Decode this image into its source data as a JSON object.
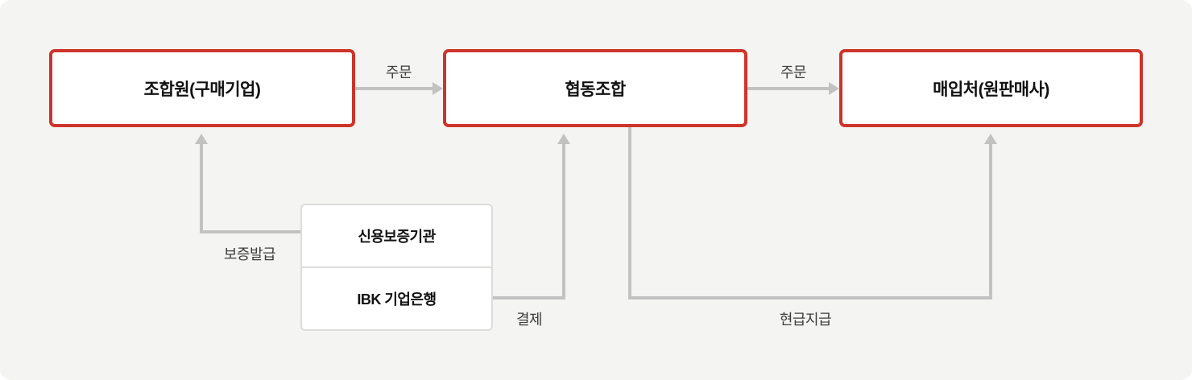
{
  "diagram": {
    "nodes": {
      "member": {
        "label": "조합원(구매기업)"
      },
      "coop": {
        "label": "협동조합"
      },
      "seller": {
        "label": "매입처(원판매사)"
      },
      "guarantor": {
        "label": "신용보증기관"
      },
      "bank": {
        "label": "IBK 기업은행"
      }
    },
    "edges": {
      "order_member_to_coop": {
        "label": "주문"
      },
      "order_coop_to_seller": {
        "label": "주문"
      },
      "guarantee_issue": {
        "label": "보증발급"
      },
      "settlement": {
        "label": "결제"
      },
      "cash_payment": {
        "label": "현급지급"
      }
    },
    "colors": {
      "accent_red": "#ce342a",
      "connector_gray": "#c2c2c2",
      "box_border_gray": "#dcdcda",
      "panel_bg": "#f4f4f2",
      "node_text": "#111111",
      "edge_label_text": "#3d3d3d"
    }
  }
}
